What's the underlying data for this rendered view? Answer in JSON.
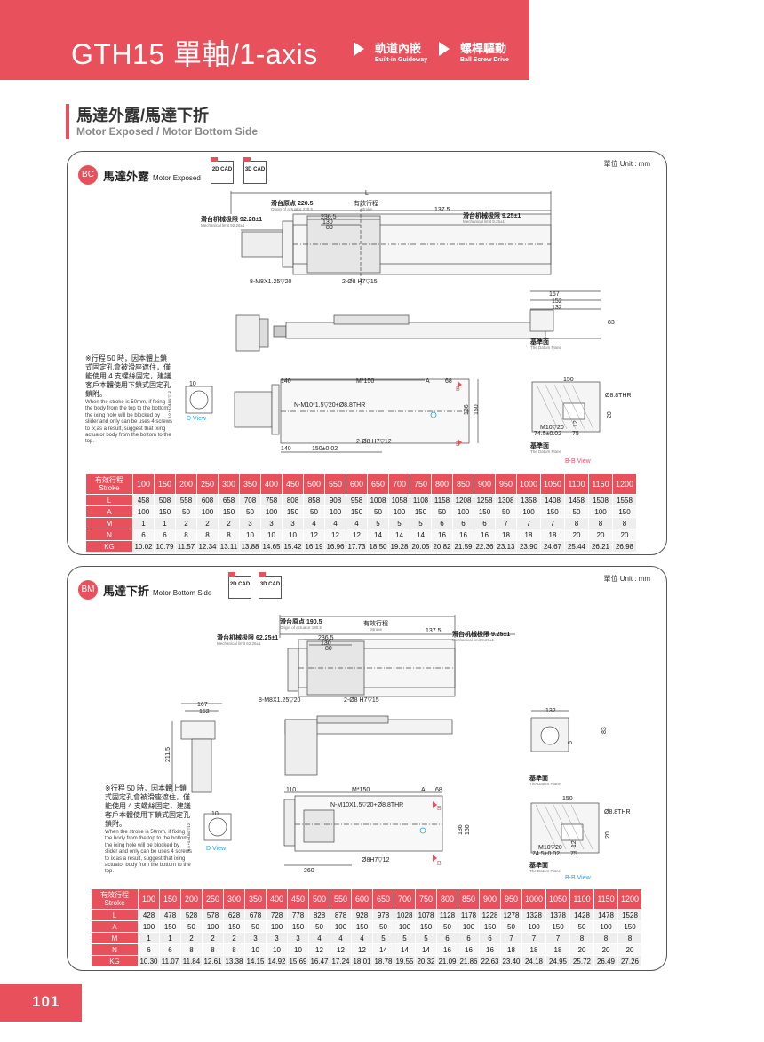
{
  "header": {
    "title": "GTH15 單軸/1-axis",
    "tags": [
      {
        "zh": "軌道內嵌",
        "en": "Built-in Guideway"
      },
      {
        "zh": "螺桿驅動",
        "en": "Ball Screw Drive"
      }
    ]
  },
  "section": {
    "zh": "馬達外露/馬達下折",
    "en": "Motor Exposed / Motor Bottom Side"
  },
  "colors": {
    "accent": "#e8505b",
    "link": "#1fa3e0"
  },
  "panels": [
    {
      "badge": "BC",
      "title": "馬達外露",
      "subtitle": "Motor Exposed",
      "unit": "單位 Unit : mm",
      "cad": [
        "2D CAD",
        "3D CAD"
      ],
      "note_zh": "※行程 50 時，因本體上鎖式固定孔會被滑座遮住，僅能使用 4 支螺絲固定，建議客戶本體使用下鎖式固定孔鎖附。",
      "note_en": "When the stroke is 50mm, if fixing the body from the top to the bottom, the ixing hole will be blocked by slider and only can be uses 4 screws to ix;as a result, suggest that ixing actuator body from the bottom to the top.",
      "drawing_labels": {
        "L": "L",
        "origin": "滑台原点 220.5",
        "origin_en": "Origin of actuator 220.5",
        "stroke": "有效行程",
        "stroke_en": "Stroke",
        "left_limit": "滑台机械极限 92.28±1",
        "left_limit_en": "Mechanical limit 92.28±1",
        "right_limit": "滑台机械极限 9.25±1",
        "right_limit_en": "Mechanical limit 9.25±1",
        "d137": "137.5",
        "d236": "236.5",
        "d130": "130",
        "d80": "80",
        "screw": "8-M8X1.25▽20",
        "pin": "2-Ø8 H7▽15",
        "d167": "167",
        "d152": "152",
        "d132": "132",
        "d83": "83",
        "datum": "基準面",
        "datum_en": "The Datum Plane",
        "d140": "140",
        "m150": "M*150",
        "A": "A",
        "d68": "68",
        "B": "B",
        "nm": "N-M10*1.5▽20+Ø8.8THR",
        "pin2": "2-Ø8 H7▽12",
        "d136": "136",
        "d150v": "150",
        "d140b": "140",
        "d150pm": "150±0.02",
        "dview": "D View",
        "d10": "10",
        "d6": "6.0 +0.015/0 ▽12",
        "bb150": "150",
        "thr": "Ø8.8THR",
        "bb20": "20",
        "bb12": "12",
        "bbm10": "M10▽20",
        "bb745": "74.5±0.02",
        "bb75": "75",
        "bbview": "B-B View"
      },
      "table": {
        "head_zh": "有效行程",
        "head_en": "Stroke",
        "strokes": [
          "100",
          "150",
          "200",
          "250",
          "300",
          "350",
          "400",
          "450",
          "500",
          "550",
          "600",
          "650",
          "700",
          "750",
          "800",
          "850",
          "900",
          "950",
          "1000",
          "1050",
          "1100",
          "1150",
          "1200"
        ],
        "rows": [
          {
            "label": "L",
            "values": [
              "458",
              "508",
              "558",
              "608",
              "658",
              "708",
              "758",
              "808",
              "858",
              "908",
              "958",
              "1008",
              "1058",
              "1108",
              "1158",
              "1208",
              "1258",
              "1308",
              "1358",
              "1408",
              "1458",
              "1508",
              "1558"
            ]
          },
          {
            "label": "A",
            "values": [
              "100",
              "150",
              "50",
              "100",
              "150",
              "50",
              "100",
              "150",
              "50",
              "100",
              "150",
              "50",
              "100",
              "150",
              "50",
              "100",
              "150",
              "50",
              "100",
              "150",
              "50",
              "100",
              "150"
            ]
          },
          {
            "label": "M",
            "values": [
              "1",
              "1",
              "2",
              "2",
              "2",
              "3",
              "3",
              "3",
              "4",
              "4",
              "4",
              "5",
              "5",
              "5",
              "6",
              "6",
              "6",
              "7",
              "7",
              "7",
              "8",
              "8",
              "8"
            ]
          },
          {
            "label": "N",
            "values": [
              "6",
              "6",
              "8",
              "8",
              "8",
              "10",
              "10",
              "10",
              "12",
              "12",
              "12",
              "14",
              "14",
              "14",
              "16",
              "16",
              "16",
              "18",
              "18",
              "18",
              "20",
              "20",
              "20"
            ]
          },
          {
            "label": "KG",
            "values": [
              "10.02",
              "10.79",
              "11.57",
              "12.34",
              "13.11",
              "13.88",
              "14.65",
              "15.42",
              "16.19",
              "16.96",
              "17.73",
              "18.50",
              "19.28",
              "20.05",
              "20.82",
              "21.59",
              "22.36",
              "23.13",
              "23.90",
              "24.67",
              "25.44",
              "26.21",
              "26.98"
            ]
          }
        ]
      }
    },
    {
      "badge": "BM",
      "title": "馬達下折",
      "subtitle": "Motor Bottom Side",
      "unit": "單位 Unit : mm",
      "cad": [
        "2D CAD",
        "3D CAD"
      ],
      "note_zh": "※行程 50 時，因本體上鎖式固定孔會被滑座遮住，僅能使用 4 支螺絲固定，建議客戶本體使用下鎖式固定孔鎖附。",
      "note_en": "When the stroke is 50mm, if fixing the body from the top to the bottom, the ixing hole will be blocked by slider and only can be uses 4 screws to ix;as a result, suggest that ixing actuator body from the bottom to the top.",
      "drawing_labels": {
        "origin": "滑台原点 190.5",
        "origin_en": "Origin of actuator 190.5",
        "stroke": "有效行程",
        "stroke_en": "Stroke",
        "left_limit": "滑台机械极限 62.25±1",
        "left_limit_en": "Mechanical limit 62.25±1",
        "right_limit": "滑台机械极限 9.25±1",
        "right_limit_en": "Mechanical limit 9.25±1",
        "d137": "137.5",
        "d236": "236.5",
        "d130": "130",
        "d80": "80",
        "screw": "8-M8X1.25▽20",
        "pin": "2-Ø8 H7▽15",
        "d167": "167",
        "d152": "152",
        "d211": "211.5",
        "d132": "132",
        "d83": "83",
        "d6": "6",
        "datum": "基準面",
        "datum_en": "The Datum Plane",
        "d110": "110",
        "m150": "M*150",
        "A": "A",
        "d68": "68",
        "B": "B",
        "nm": "N-M10X1.5▽20+Ø8.8THR",
        "pin2": "Ø8H7▽12",
        "d136": "136",
        "d150v": "150",
        "d260": "260",
        "dview": "D View",
        "d10": "10",
        "d6b": "6.0 +0.015/0 ▽12",
        "bb150": "150",
        "thr": "Ø8.8THR",
        "bb20": "20",
        "bb12": "12",
        "bbm10": "M10▽20",
        "bb745": "74.5±0.02",
        "bb75": "75",
        "bbview": "B-B View"
      },
      "table": {
        "head_zh": "有效行程",
        "head_en": "Stroke",
        "strokes": [
          "100",
          "150",
          "200",
          "250",
          "300",
          "350",
          "400",
          "450",
          "500",
          "550",
          "600",
          "650",
          "700",
          "750",
          "800",
          "850",
          "900",
          "950",
          "1000",
          "1050",
          "1100",
          "1150",
          "1200"
        ],
        "rows": [
          {
            "label": "L",
            "values": [
              "428",
              "478",
              "528",
              "578",
              "628",
              "678",
              "728",
              "778",
              "828",
              "878",
              "928",
              "978",
              "1028",
              "1078",
              "1128",
              "1178",
              "1228",
              "1278",
              "1328",
              "1378",
              "1428",
              "1478",
              "1528"
            ]
          },
          {
            "label": "A",
            "values": [
              "100",
              "150",
              "50",
              "100",
              "150",
              "50",
              "100",
              "150",
              "50",
              "100",
              "150",
              "50",
              "100",
              "150",
              "50",
              "100",
              "150",
              "50",
              "100",
              "150",
              "50",
              "100",
              "150"
            ]
          },
          {
            "label": "M",
            "values": [
              "1",
              "1",
              "2",
              "2",
              "2",
              "3",
              "3",
              "3",
              "4",
              "4",
              "4",
              "5",
              "5",
              "5",
              "6",
              "6",
              "6",
              "7",
              "7",
              "7",
              "8",
              "8",
              "8"
            ]
          },
          {
            "label": "N",
            "values": [
              "6",
              "6",
              "8",
              "8",
              "8",
              "10",
              "10",
              "10",
              "12",
              "12",
              "12",
              "14",
              "14",
              "14",
              "16",
              "16",
              "16",
              "18",
              "18",
              "18",
              "20",
              "20",
              "20"
            ]
          },
          {
            "label": "KG",
            "values": [
              "10.30",
              "11.07",
              "11.84",
              "12.61",
              "13.38",
              "14.15",
              "14.92",
              "15.69",
              "16.47",
              "17.24",
              "18.01",
              "18.78",
              "19.55",
              "20.32",
              "21.09",
              "21.86",
              "22.63",
              "23.40",
              "24.18",
              "24.95",
              "25.72",
              "26.49",
              "27.26"
            ]
          }
        ]
      }
    }
  ],
  "page_number": "101"
}
